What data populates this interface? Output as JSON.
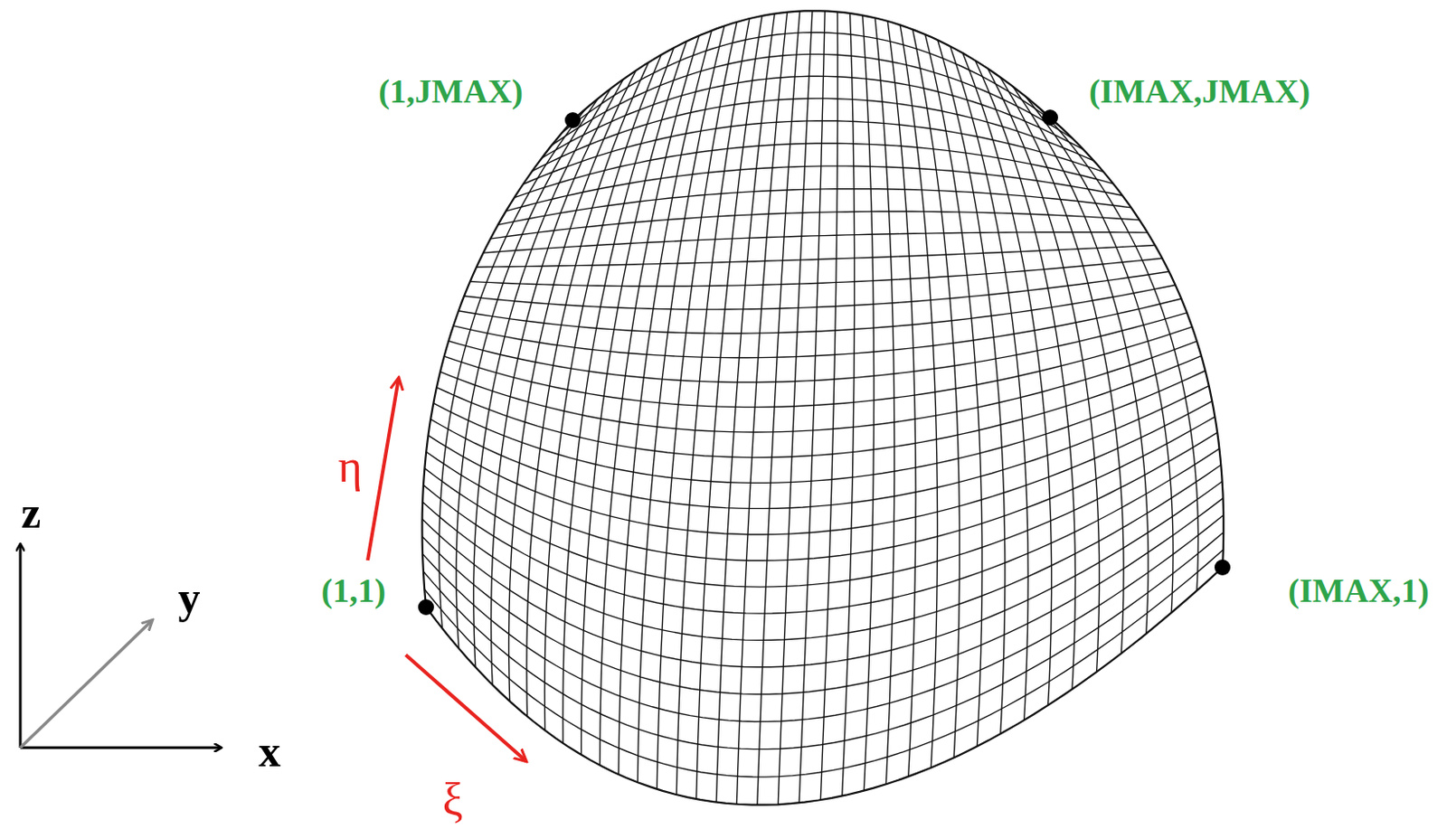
{
  "diagram": {
    "labels": [
      "(1,JMAX)",
      "(IMAX,JMAX)",
      "η",
      "z",
      "y",
      "(1,1)",
      "(IMAX,1)",
      "x",
      "ξ"
    ]
  }
}
